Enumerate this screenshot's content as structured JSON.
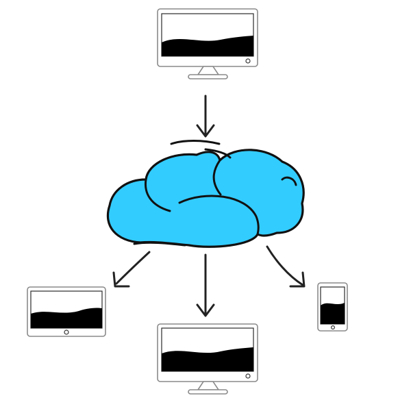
{
  "diagram": {
    "nodes": [
      {
        "id": "cloud",
        "kind": "cloud"
      },
      {
        "id": "desktop-top",
        "kind": "desktop-monitor"
      },
      {
        "id": "desktop-bottom",
        "kind": "desktop-monitor"
      },
      {
        "id": "tablet",
        "kind": "tablet"
      },
      {
        "id": "phone",
        "kind": "smartphone"
      }
    ],
    "edges": [
      {
        "from": "desktop-top",
        "to": "cloud"
      },
      {
        "from": "cloud",
        "to": "tablet"
      },
      {
        "from": "cloud",
        "to": "desktop-bottom"
      },
      {
        "from": "cloud",
        "to": "phone"
      }
    ]
  },
  "colors": {
    "cloud_fill": "#33ccff",
    "outline": "#8a8a8a",
    "ink": "#000000",
    "arrow": "#222222"
  },
  "icons": [
    "cloud-icon",
    "desktop-monitor-icon",
    "tablet-icon",
    "smartphone-icon",
    "arrow-icon"
  ]
}
